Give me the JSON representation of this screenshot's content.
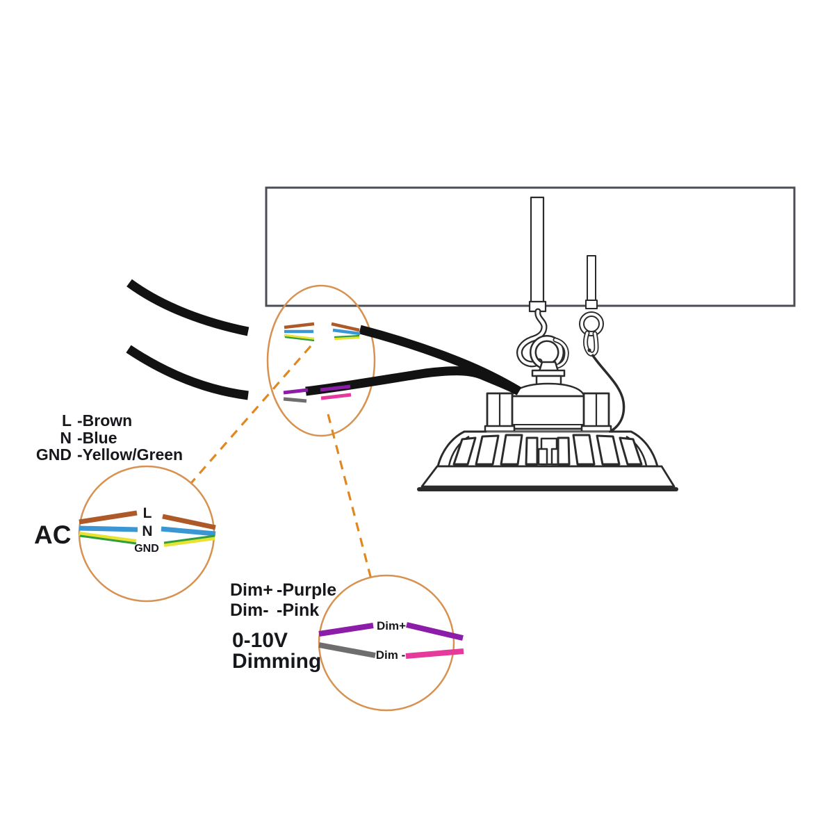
{
  "colors": {
    "brown": "#AE5A28",
    "blue": "#3B97D3",
    "yellow": "#E8E332",
    "green": "#2F9E3C",
    "purple": "#8B1DA8",
    "pink": "#E5399B",
    "gray": "#6E6E6E",
    "callout_orange": "#D79150",
    "dash_orange": "#E08820",
    "cable_black": "#121212",
    "line_dark": "#2B2B2B",
    "ceiling": "#4A4E54",
    "text": "#17181C"
  },
  "legend_ac": {
    "rows": [
      {
        "key": "L",
        "value": "-Brown"
      },
      {
        "key": "N",
        "value": "-Blue"
      },
      {
        "key": "GND",
        "value": "-Yellow/Green"
      }
    ]
  },
  "ac_detail": {
    "side_label": "AC",
    "wire_labels": [
      "L",
      "N",
      "GND"
    ]
  },
  "legend_dim": {
    "rows": [
      {
        "key": "Dim+",
        "value": "-Purple"
      },
      {
        "key": "Dim-",
        "value": "-Pink"
      }
    ],
    "title_line1": "0-10V",
    "title_line2": "Dimming"
  },
  "dim_detail": {
    "wire_labels": [
      "Dim+",
      "Dim -"
    ]
  }
}
